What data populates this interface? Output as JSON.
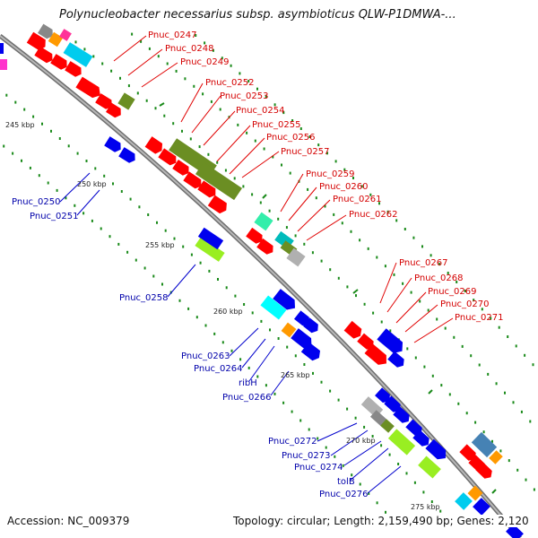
{
  "title": "Polynucleobacter necessarius subsp. asymbioticus QLW-P1DMWA-...",
  "accession": "Accession: NC_009379",
  "summary": "Topology: circular; Length: 2,159,490 bp; Genes: 2,120",
  "kbp_labels": [
    "245 kbp",
    "250 kbp",
    "255 kbp",
    "260 kbp",
    "265 kbp",
    "270 kbp",
    "275 kbp"
  ],
  "genes_red": [
    "Pnuc_0247",
    "Pnuc_0248",
    "Pnuc_0249",
    "Pnuc_0252",
    "Pnuc_0253",
    "Pnuc_0254",
    "Pnuc_0255",
    "Pnuc_0256",
    "Pnuc_0257",
    "Pnuc_0259",
    "Pnuc_0260",
    "Pnuc_0261",
    "Pnuc_0262",
    "Pnuc_0267",
    "Pnuc_0268",
    "Pnuc_0269",
    "Pnuc_0270",
    "Pnuc_0271"
  ],
  "genes_blue": [
    "Pnuc_0250",
    "Pnuc_0251",
    "Pnuc_0258",
    "Pnuc_0263",
    "Pnuc_0264",
    "ribH",
    "Pnuc_0266",
    "Pnuc_0272",
    "Pnuc_0273",
    "Pnuc_0274",
    "tolB",
    "Pnuc_0276"
  ],
  "colors": {
    "backbone": "#8a8a8a",
    "forward_strand": "#ff0000",
    "reverse_strand": "#0000ee",
    "label_red": "#d40000",
    "label_blue": "#0000aa",
    "olive": "#6b8e23",
    "lime": "#99ee22",
    "cyan": "#00ccee",
    "orange": "#ff9900",
    "gray": "#a0a0a0",
    "green_dots": "#1a8a1a"
  }
}
